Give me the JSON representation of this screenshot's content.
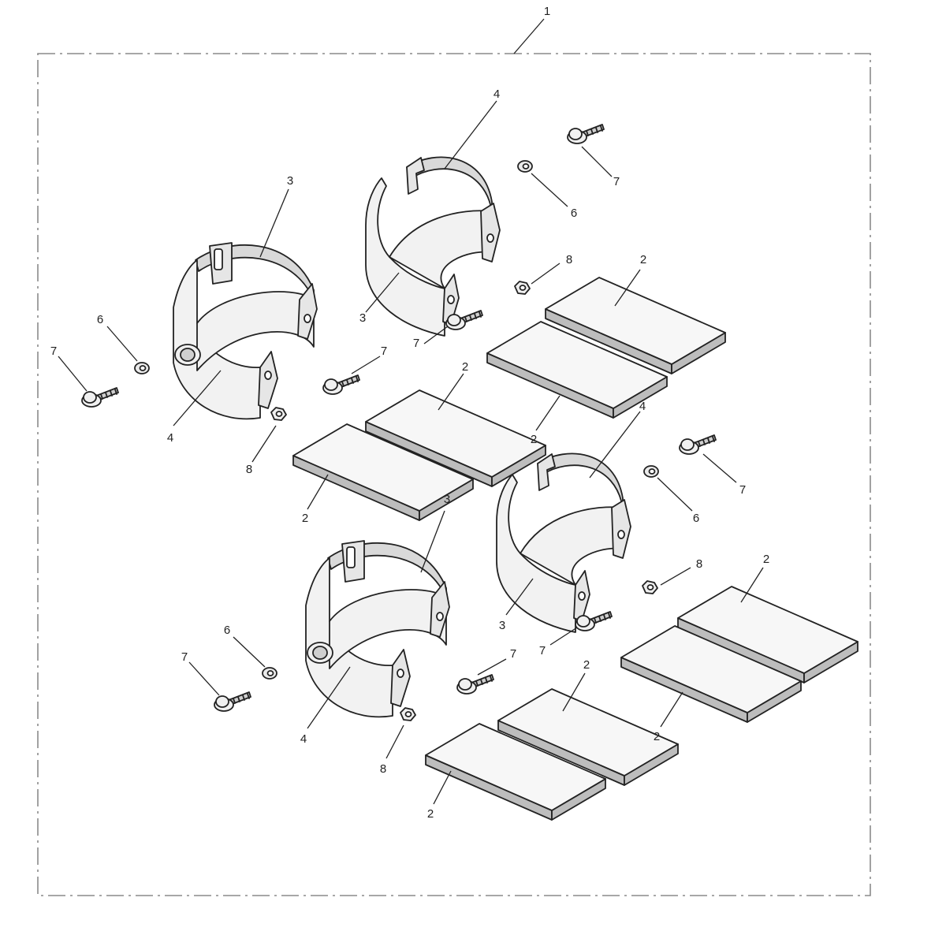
{
  "diagram": {
    "labels": {
      "kit": "1",
      "pad": "2",
      "clamp_half_a": "3",
      "clamp_half_b": "4",
      "washer": "6",
      "bolt": "7",
      "nut": "8"
    }
  }
}
